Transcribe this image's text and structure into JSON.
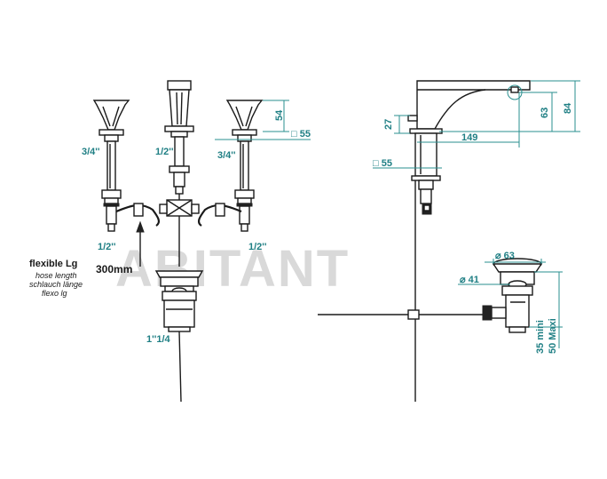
{
  "watermark": "ABITANT",
  "labels": {
    "left_riser_size": "3/4''",
    "left_inlet_size": "1/2''",
    "center_size": "1/2''",
    "right_riser_size": "3/4''",
    "right_inlet_size": "1/2''",
    "drain_size": "1''1/4",
    "hose_length": "300mm"
  },
  "hose_note": {
    "title": "flexible Lg",
    "lines": [
      "hose length",
      "schlauch länge",
      "flexo lg"
    ]
  },
  "dimensions": {
    "handle_height": "54",
    "square_right": "□ 55",
    "square_left": "□ 55",
    "base_height": "27",
    "spout_reach": "149",
    "outlet_height": "63",
    "total_height": "84",
    "drain_outer_dia": "⌀ 63",
    "drain_inner_dia": "⌀ 41",
    "drain_min": "35 mini",
    "drain_max": "50 Maxi"
  },
  "colors": {
    "dimension": "#1f7f84",
    "line": "#1a1a1a",
    "watermark": "#d9d9d9"
  }
}
